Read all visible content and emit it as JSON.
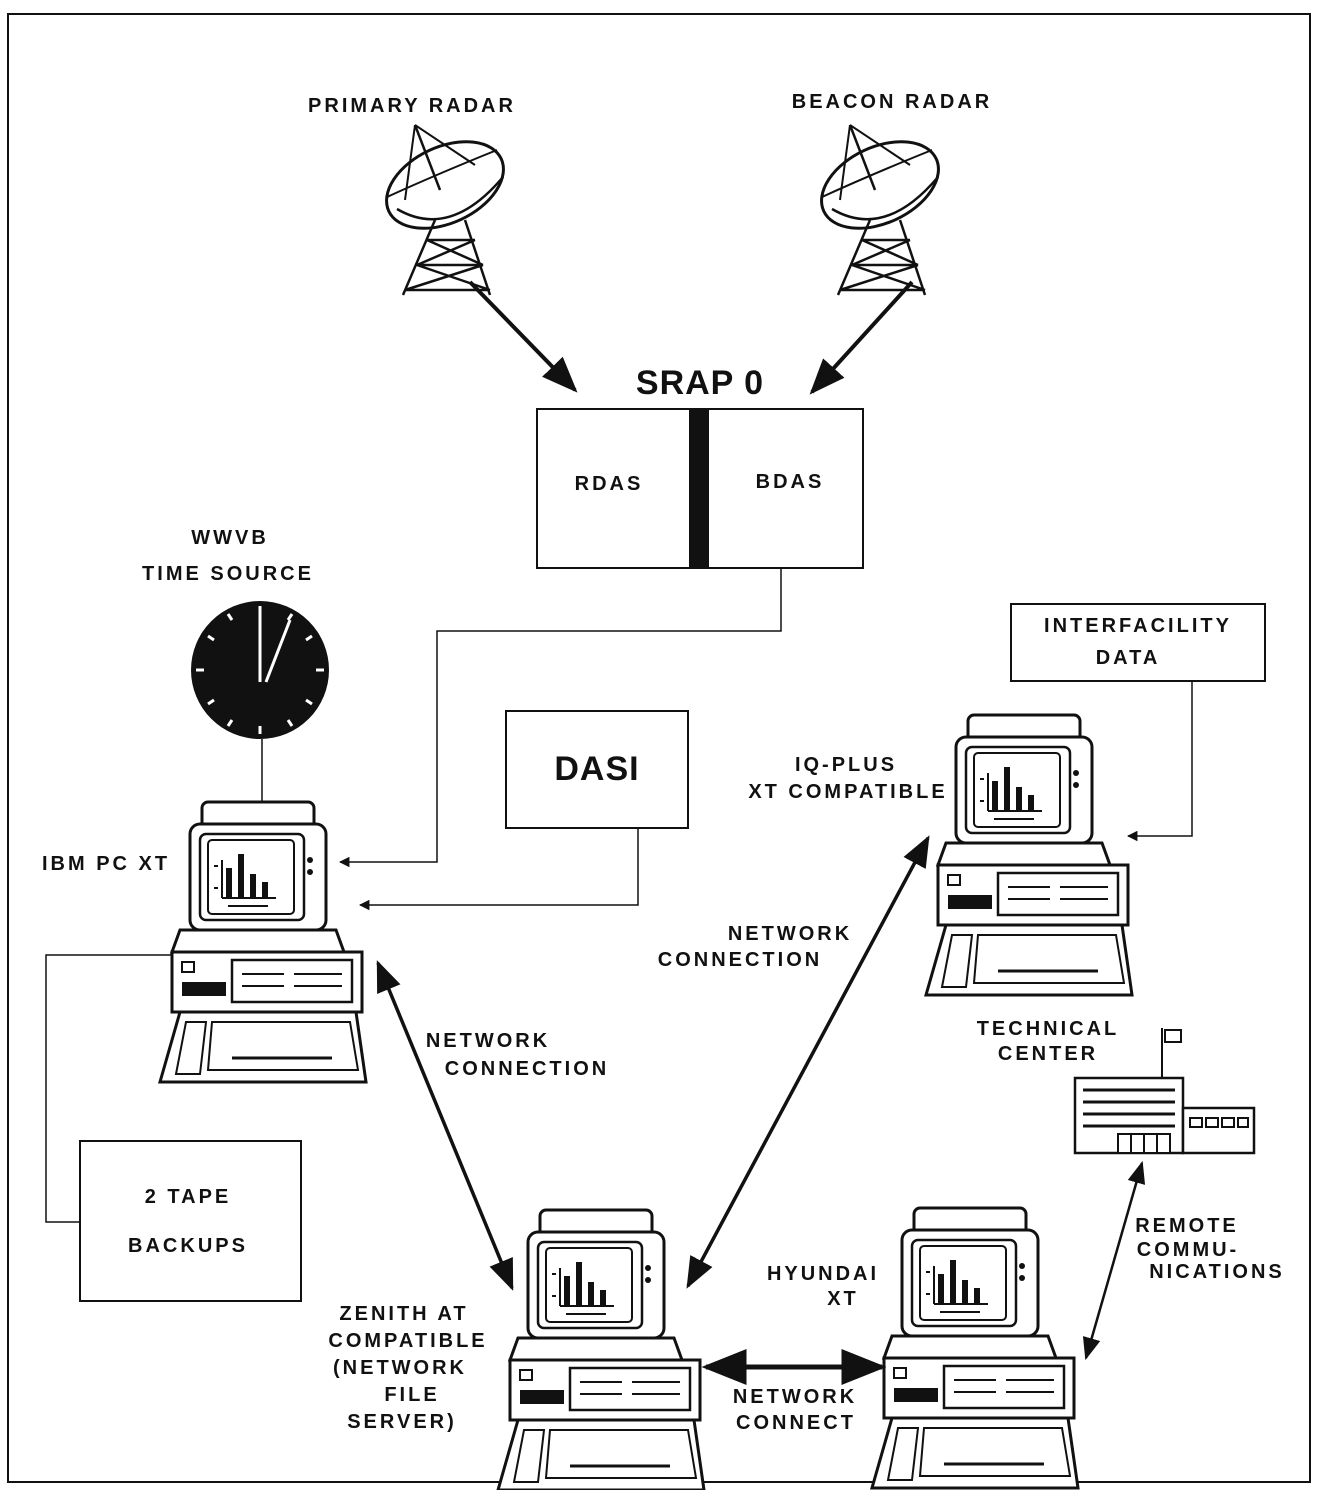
{
  "radars": {
    "primary": "PRIMARY RADAR",
    "beacon": "BEACON RADAR"
  },
  "srap": {
    "title": "SRAP 0",
    "left": "RDAS",
    "right": "BDAS"
  },
  "time_source": {
    "line1": "WWVB",
    "line2": "TIME SOURCE"
  },
  "interfacility": {
    "line1": "INTERFACILITY",
    "line2": "DATA"
  },
  "dasi": "DASI",
  "computers": {
    "ibm": "IBM PC XT",
    "iq_line1": "IQ-PLUS",
    "iq_line2": "XT COMPATIBLE",
    "zenith_line1": "ZENITH AT",
    "zenith_line2": "COMPATIBLE",
    "zenith_line3": "(NETWORK",
    "zenith_line4": "FILE",
    "zenith_line5": "SERVER)",
    "hyundai_line1": "HYUNDAI",
    "hyundai_line2": "XT"
  },
  "technical_center": {
    "line1": "TECHNICAL",
    "line2": "CENTER"
  },
  "tape": {
    "line1": "2 TAPE",
    "line2": "BACKUPS"
  },
  "links": {
    "network_left_1": "NETWORK",
    "network_left_2": "CONNECTION",
    "network_right_1": "NETWORK",
    "network_right_2": "CONNECTION",
    "network_bottom_1": "NETWORK",
    "network_bottom_2": "CONNECT",
    "remote_1": "REMOTE",
    "remote_2": "COMMU-",
    "remote_3": "NICATIONS"
  }
}
